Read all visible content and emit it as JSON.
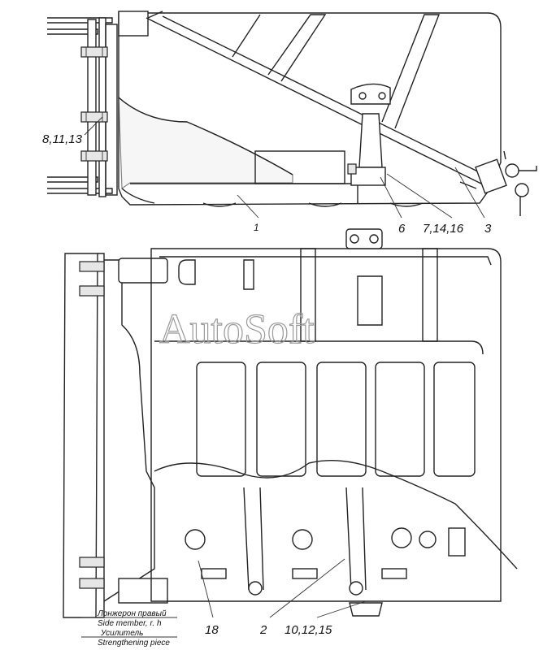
{
  "callouts": {
    "c_8_11_13": "8,11,13",
    "c_1": "1",
    "c_6": "6",
    "c_7_14_16": "7,14,16",
    "c_3": "3",
    "c_18": "18",
    "c_2": "2",
    "c_10_12_15": "10,12,15"
  },
  "notes": {
    "side_member_ru": "Лонжерон правый",
    "side_member_en": "Side member, r. h",
    "strengthening_ru": "Усилитель",
    "strengthening_en": "Strengthening piece"
  },
  "watermark": "AutoSoft"
}
